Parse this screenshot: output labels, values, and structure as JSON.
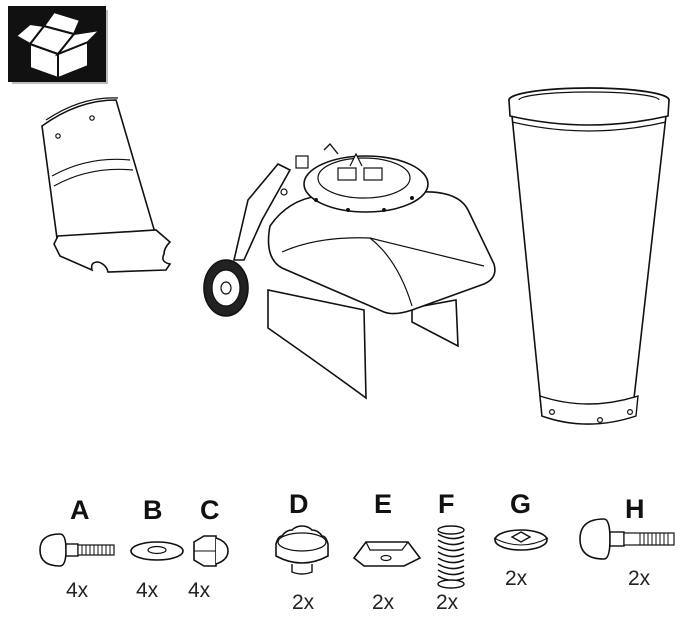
{
  "icons": {
    "box": "open-box-icon"
  },
  "components": [
    {
      "id": "chute",
      "icon": "hopper-chute"
    },
    {
      "id": "body",
      "icon": "shredder-body"
    },
    {
      "id": "bag",
      "icon": "collection-tube"
    }
  ],
  "hardware": [
    {
      "letter": "A",
      "qty": "4x",
      "icon": "carriage-bolt-short"
    },
    {
      "letter": "B",
      "qty": "4x",
      "icon": "flat-washer"
    },
    {
      "letter": "C",
      "qty": "4x",
      "icon": "acorn-nut"
    },
    {
      "letter": "D",
      "qty": "2x",
      "icon": "knob"
    },
    {
      "letter": "E",
      "qty": "2x",
      "icon": "bracket-plate"
    },
    {
      "letter": "F",
      "qty": "2x",
      "icon": "spring"
    },
    {
      "letter": "G",
      "qty": "2x",
      "icon": "square-hole-washer"
    },
    {
      "letter": "H",
      "qty": "2x",
      "icon": "carriage-bolt-long"
    }
  ]
}
